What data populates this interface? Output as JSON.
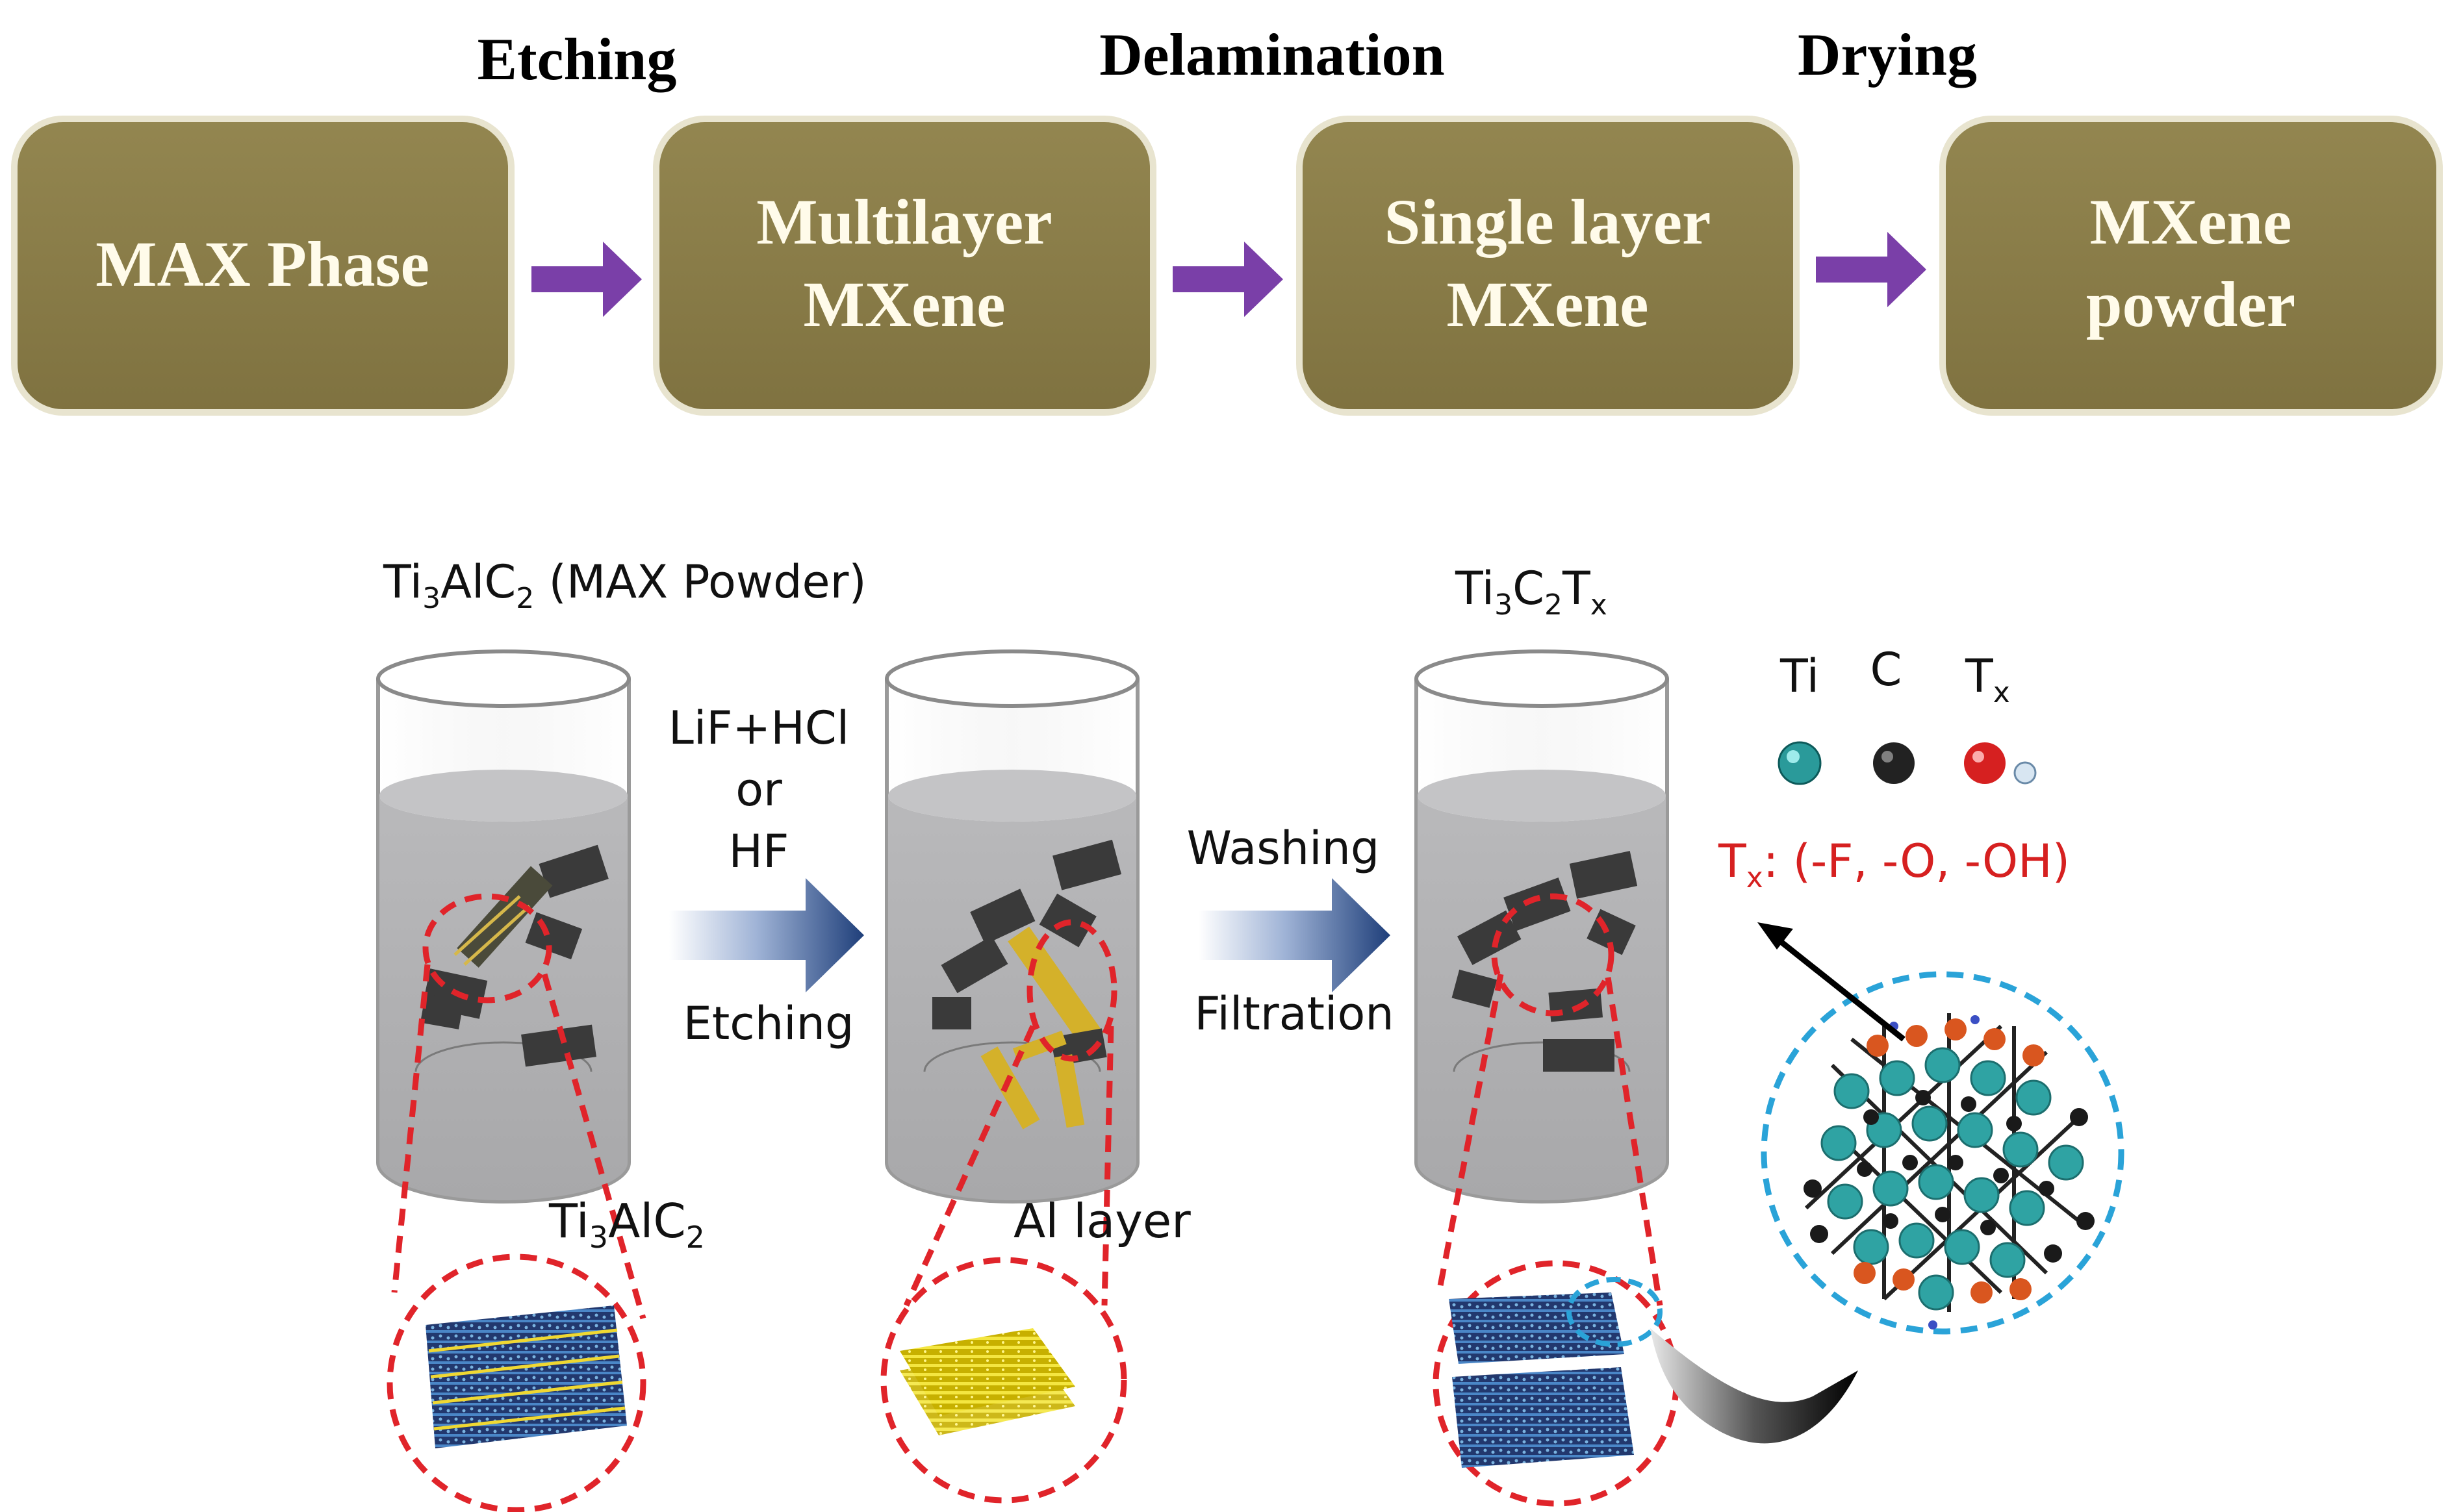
{
  "flow": {
    "step_labels": [
      "Etching",
      "Delamination",
      "Drying"
    ],
    "boxes": [
      {
        "line1": "MAX Phase",
        "line2": ""
      },
      {
        "line1": "Multilayer",
        "line2": "MXene"
      },
      {
        "line1": "Single layer",
        "line2": "MXene"
      },
      {
        "line1": "MXene",
        "line2": "powder"
      }
    ],
    "box_fill": "#8c7e48",
    "arrow_color": "#7a3fa8"
  },
  "schematic": {
    "beaker1_title": {
      "base": "Ti",
      "s1": "3",
      "mid": "AlC",
      "s2": "2",
      "rest": " (MAX Powder)"
    },
    "beaker3_title": {
      "a": "Ti",
      "s1": "3",
      "b": "C",
      "s2": "2",
      "c": "T",
      "s3": "x"
    },
    "step1": {
      "line1": "LiF+HCl",
      "line2": "or",
      "line3": "HF",
      "below": "Etching"
    },
    "step2": {
      "above": "Washing",
      "below": "Filtration"
    },
    "zoom1_label": {
      "a": "Ti",
      "s1": "3",
      "b": "AlC",
      "s2": "2"
    },
    "zoom2_label": "Al layer",
    "legend": {
      "ti": "Ti",
      "c": "C",
      "tx": {
        "a": "T",
        "s": "x"
      },
      "terminations": {
        "a": "T",
        "s": "x",
        "rest": ": (-F, -O, -OH)"
      },
      "ti_color": "#2a9a9a",
      "c_color": "#222222",
      "tx_color": "#d62020"
    },
    "dashed_red": "#e0242a",
    "dashed_blue": "#2aa3d8"
  }
}
